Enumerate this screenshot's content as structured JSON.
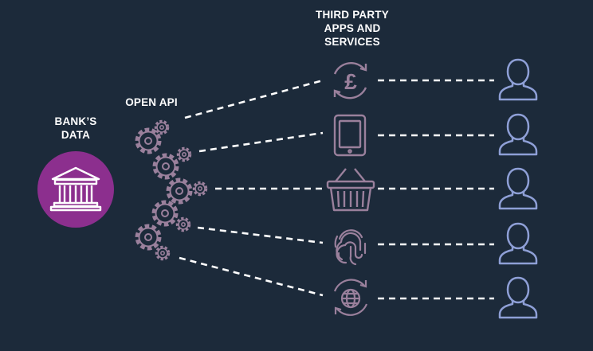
{
  "labels": {
    "bank_data": "BANK’S\nDATA",
    "open_api": "OPEN API",
    "third_party": "THIRD PARTY\nAPPS AND\nSERVICES"
  },
  "colors": {
    "background": "#1c2a3a",
    "bank_circle": "#8c2f8e",
    "gear": "#9a809c",
    "service_icon": "#9a809c",
    "user_icon": "#8e9fd6",
    "line": "#ffffff"
  },
  "services": [
    {
      "icon": "pound-exchange-icon"
    },
    {
      "icon": "tablet-icon"
    },
    {
      "icon": "shopping-basket-icon"
    },
    {
      "icon": "fingerprint-icon"
    },
    {
      "icon": "globe-exchange-icon"
    }
  ],
  "users": [
    {
      "icon": "user-icon"
    },
    {
      "icon": "user-icon"
    },
    {
      "icon": "user-icon"
    },
    {
      "icon": "user-icon"
    },
    {
      "icon": "user-icon"
    }
  ]
}
